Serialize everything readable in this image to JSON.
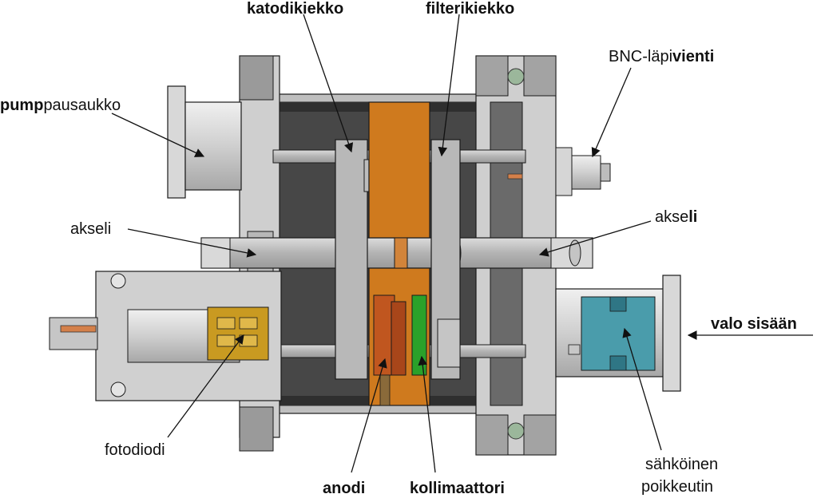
{
  "labels": {
    "katodikiekko": "katodikiekko",
    "filterikiekko": "filterikiekko",
    "bnc_a": "BNC-läpi",
    "bnc_b": "vienti",
    "pump_a": "pump",
    "pump_b": "pausaukko",
    "akseli_left": "akseli",
    "akseli_right_a": "akse",
    "akseli_right_b": "li",
    "valo_sisaan": "valo sisään",
    "fotodiodi": "fotodiodi",
    "anodi": "anodi",
    "kollimaattori": "kollimaattori",
    "sahkoinen": "sähköinen",
    "poikkeutin": "poikkeutin"
  },
  "colors": {
    "housing": "#c9c9c9",
    "housing_dark": "#8f8f8f",
    "cavity": "#474747",
    "copper_disc": "#cf7a1e",
    "anode": "#c0561f",
    "collimator": "#2aa12a",
    "photodiode": "#c99a21",
    "deflector": "#4a9cab",
    "outline": "#1a1a1a"
  }
}
